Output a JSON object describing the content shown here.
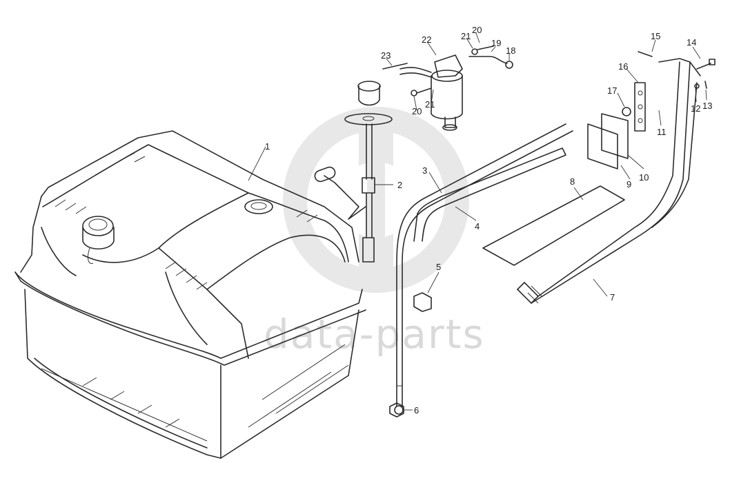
{
  "watermark": {
    "text": "data-parts",
    "color": "#d4d4d4"
  },
  "callouts": [
    {
      "id": "1",
      "label": "1"
    },
    {
      "id": "2",
      "label": "2"
    },
    {
      "id": "3",
      "label": "3"
    },
    {
      "id": "4",
      "label": "4"
    },
    {
      "id": "5",
      "label": "5"
    },
    {
      "id": "6",
      "label": "6"
    },
    {
      "id": "7",
      "label": "7"
    },
    {
      "id": "8",
      "label": "8"
    },
    {
      "id": "9",
      "label": "9"
    },
    {
      "id": "10",
      "label": "10"
    },
    {
      "id": "11",
      "label": "11"
    },
    {
      "id": "12",
      "label": "12"
    },
    {
      "id": "13",
      "label": "13"
    },
    {
      "id": "14",
      "label": "14"
    },
    {
      "id": "15",
      "label": "15"
    },
    {
      "id": "16",
      "label": "16"
    },
    {
      "id": "17",
      "label": "17"
    },
    {
      "id": "18",
      "label": "18"
    },
    {
      "id": "19",
      "label": "19"
    },
    {
      "id": "20a",
      "label": "20"
    },
    {
      "id": "20b",
      "label": "20"
    },
    {
      "id": "21a",
      "label": "21"
    },
    {
      "id": "21b",
      "label": "21"
    },
    {
      "id": "22",
      "label": "22"
    },
    {
      "id": "23",
      "label": "23"
    }
  ]
}
